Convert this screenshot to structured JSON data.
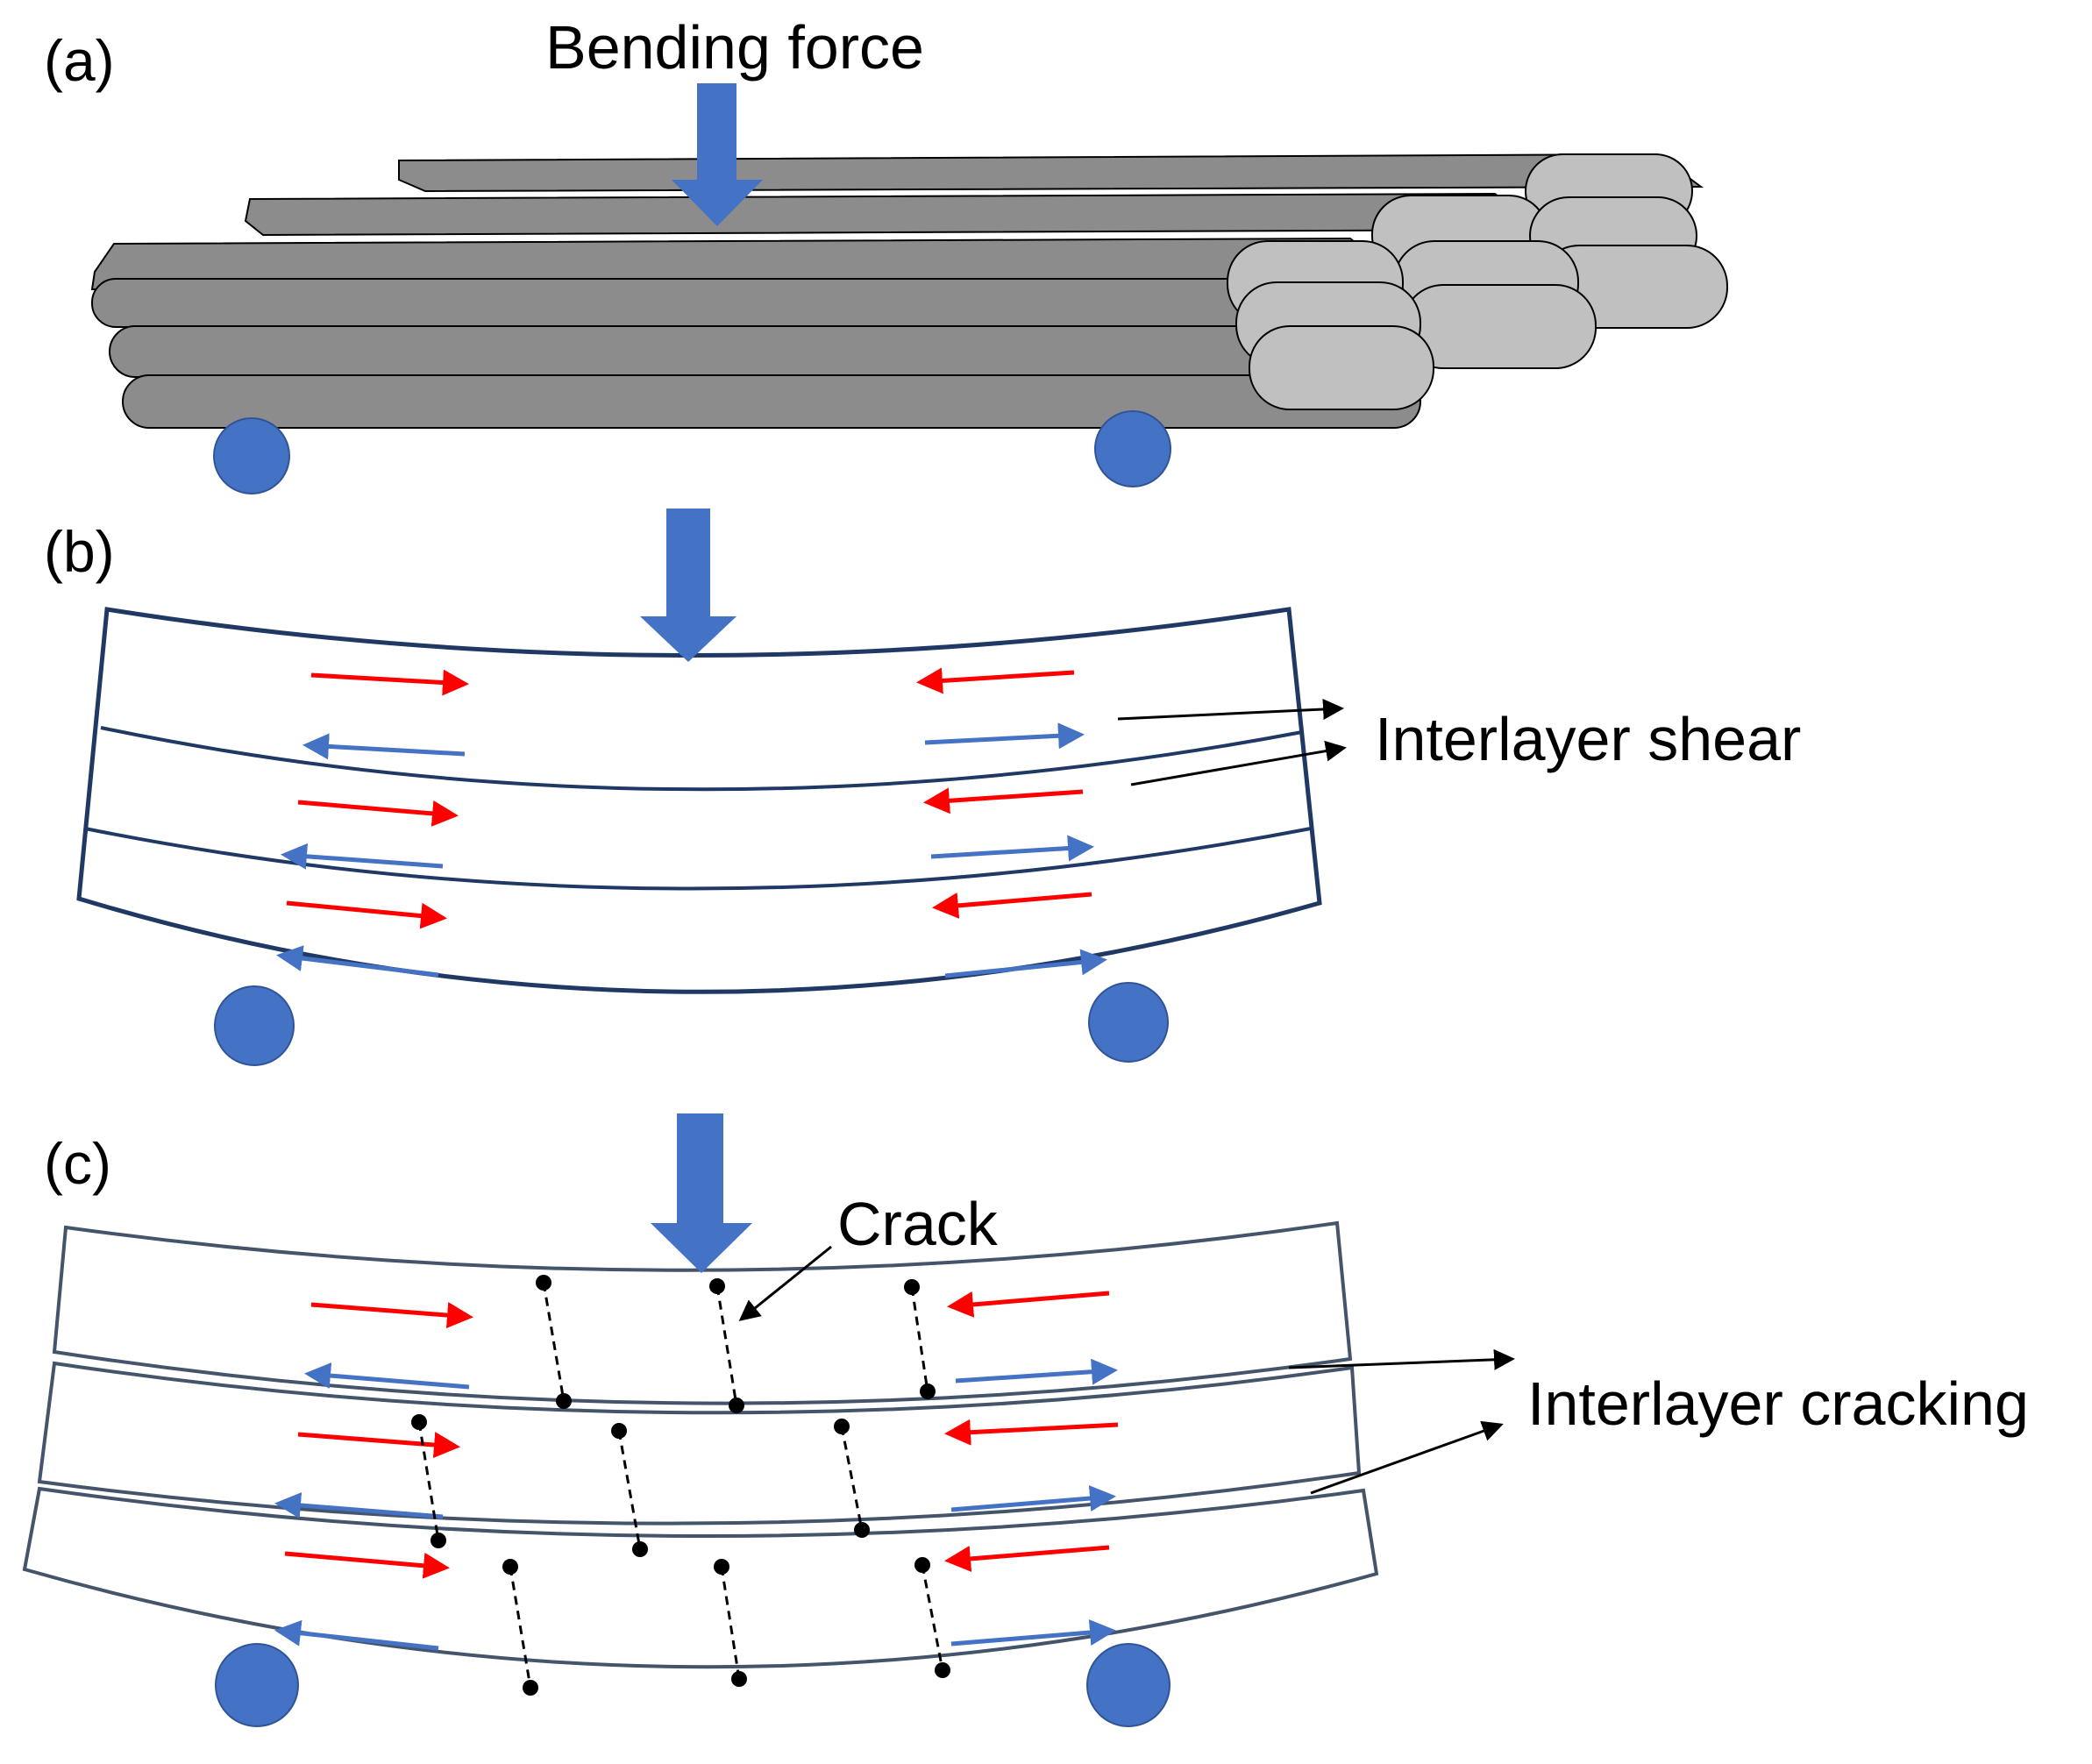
{
  "panels": [
    {
      "id": "a",
      "tag": "(a)",
      "label": "Bending force"
    },
    {
      "id": "b",
      "tag": "(b)",
      "label": "Interlayer shear"
    },
    {
      "id": "c",
      "tag": "(c)",
      "labels": {
        "crack": "Crack",
        "interlayer": "Interlayer cracking"
      }
    }
  ],
  "colors": {
    "force_arrow": "#4472c4",
    "support": "#4472c4",
    "shear_upper": "#ff0000",
    "shear_lower": "#4472c4",
    "beam_outline": "#1f3864",
    "filament_top": "#8c8c8c",
    "filament_end": "#c0c0c0",
    "crack": "#000000"
  },
  "icons": {
    "force": "down-arrow-icon",
    "support": "circle-support-icon",
    "shear": "horizontal-arrow-icon",
    "leader": "leader-arrow-icon"
  }
}
